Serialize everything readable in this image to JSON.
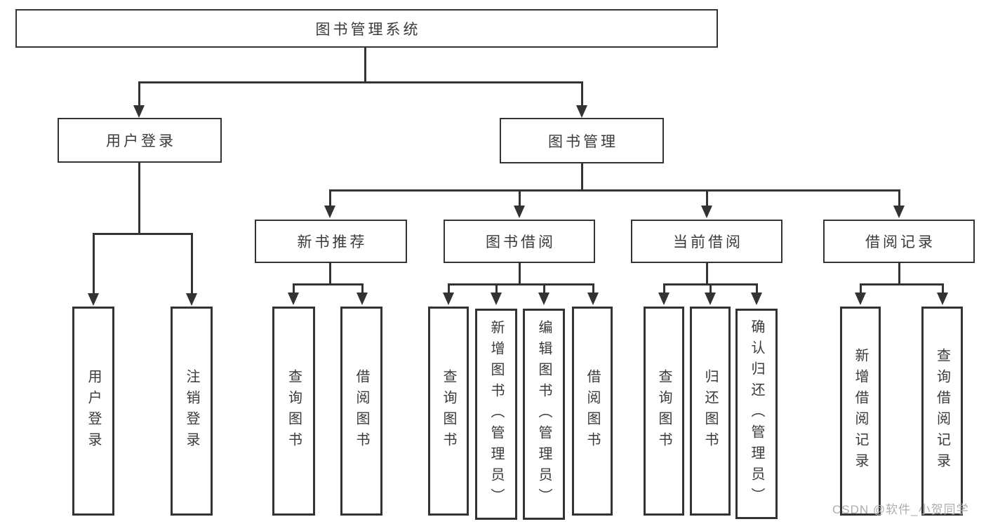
{
  "root": {
    "label": "图书管理系统"
  },
  "login_branch": {
    "label": "用户登录",
    "leaves": [
      {
        "label": "用户登录"
      },
      {
        "label": "注销登录"
      }
    ]
  },
  "mgmt_branch": {
    "label": "图书管理",
    "groups": [
      {
        "label": "新书推荐",
        "leaves": [
          {
            "label": "查询图书"
          },
          {
            "label": "借阅图书"
          }
        ]
      },
      {
        "label": "图书借阅",
        "leaves": [
          {
            "label": "查询图书"
          },
          {
            "label": "新增图书（管理员）"
          },
          {
            "label": "编辑图书（管理员）"
          },
          {
            "label": "借阅图书"
          }
        ]
      },
      {
        "label": "当前借阅",
        "leaves": [
          {
            "label": "查询图书"
          },
          {
            "label": "归还图书"
          },
          {
            "label": "确认归还（管理员）"
          }
        ]
      },
      {
        "label": "借阅记录",
        "leaves": [
          {
            "label": "新增借阅记录"
          },
          {
            "label": "查询借阅记录"
          }
        ]
      }
    ]
  },
  "watermark": {
    "text": "CSDN @软件_小贺同学"
  },
  "colors": {
    "line": "#333333",
    "text": "#3a3a3a",
    "background": "#ffffff",
    "watermark": "#aeaeae"
  }
}
